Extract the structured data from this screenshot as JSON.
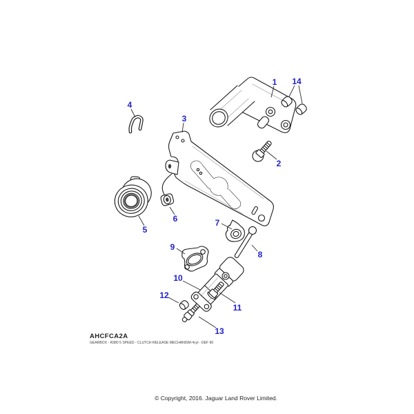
{
  "figure": {
    "code": "AHCFCA2A",
    "caption": "GEARBOX - R380 5 SPEED - CLUTCH RELEASE MECHANISM-4cyl - DEF 90",
    "copyright": "© Copyright, 2016. Jaguar Land Rover Limited."
  },
  "colors": {
    "callout": "#2222cc",
    "line": "#1a1a1a"
  },
  "callouts": [
    {
      "number": "1"
    },
    {
      "number": "2"
    },
    {
      "number": "3"
    },
    {
      "number": "4"
    },
    {
      "number": "5"
    },
    {
      "number": "6"
    },
    {
      "number": "7"
    },
    {
      "number": "8"
    },
    {
      "number": "9"
    },
    {
      "number": "10"
    },
    {
      "number": "11"
    },
    {
      "number": "12"
    },
    {
      "number": "13"
    },
    {
      "number": "14"
    }
  ]
}
